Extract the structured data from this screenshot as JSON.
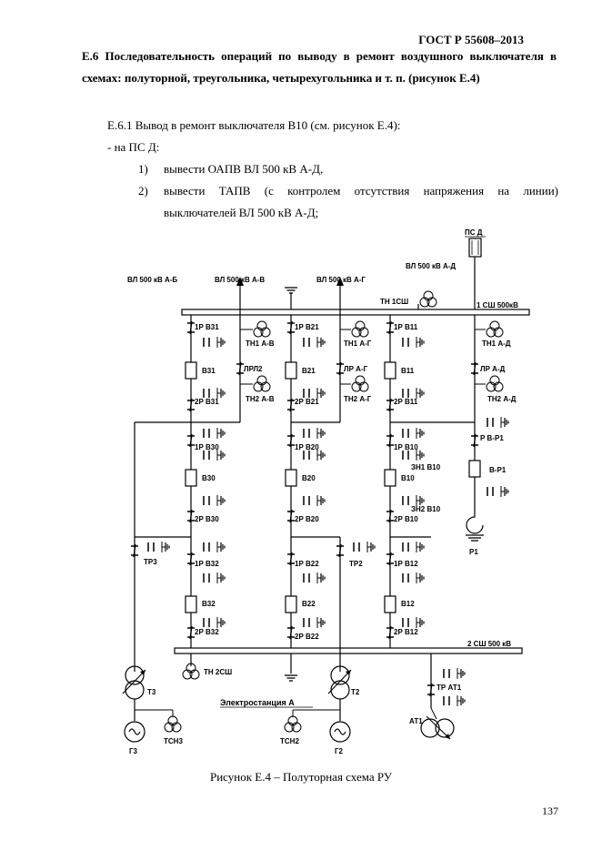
{
  "header": {
    "standard": "ГОСТ Р 55608–2013"
  },
  "section": {
    "title": "Е.6 Последовательность операций по выводу в ремонт воздушного выключателя в схемах: полуторной, треугольника, четырехугольника и т. п. (рисунок Е.4)"
  },
  "paragraphs": {
    "p1": "Е.6.1 Вывод в ремонт выключателя В10 (см. рисунок Е.4):",
    "p2": "- на ПС Д:",
    "item1_num": "1)",
    "item1": "вывести ОАПВ ВЛ 500 кВ А-Д,",
    "item2_num": "2)",
    "item2_a": "вывести ТАПВ (с контролем отсутствия напряжения на линии)",
    "item2_b": "выключателей ВЛ 500 кВ А-Д;"
  },
  "scheme": {
    "ps_d": "ПС Д",
    "vl_ad": "ВЛ 500 кВ А-Д",
    "vl_ab": "ВЛ 500 кВ А-Б",
    "vl_av": "ВЛ 500 кВ А-В",
    "vl_ag": "ВЛ 500 кВ А-Г",
    "tn1sh": "ТН 1СШ",
    "bus1": "1 СШ 500кВ",
    "bus2": "2 СШ 500 кВ",
    "tn2sh": "ТН 2СШ",
    "c1": {
      "r1": "1Р В31",
      "b1": "В31",
      "r2": "2Р В31",
      "r3": "1Р В30",
      "b2": "В30",
      "r4": "2Р В30",
      "r5": "1Р В32",
      "b3": "В32",
      "r6": "2Р В32"
    },
    "c2": {
      "r1": "1Р В21",
      "b1": "В21",
      "r2": "2Р В21",
      "r3": "1Р В20",
      "b2": "В20",
      "r4": "2Р В20",
      "r5": "1Р В22",
      "b3": "В22",
      "r6": "2Р В22"
    },
    "c3": {
      "r1": "1Р В11",
      "b1": "В11",
      "r2": "2Р В11",
      "r3": "1Р В10",
      "b2": "В10",
      "r4": "2Р В10",
      "r5": "1Р В12",
      "b3": "В12",
      "r6": "2Р В12"
    },
    "tn1_av": "ТН1 А-В",
    "lrl2": "ЛРЛ2",
    "tn2_av": "ТН2 А-В",
    "tn1_ag": "ТН1 А-Г",
    "lr_ag": "ЛР А-Г",
    "tn2_ag": "ТН2 А-Г",
    "tn1_ad": "ТН1 А-Д",
    "lr_ad": "ЛР А-Д",
    "tn2_ad": "ТН2 А-Д",
    "zn1_b10": "ЗН1 В10",
    "zn2_b10": "ЗН2 В10",
    "r_vr1": "Р В-Р1",
    "vr1": "В-Р1",
    "p1": "Р1",
    "tr3": "ТР3",
    "tr2": "ТР2",
    "tr_at1": "ТР АТ1",
    "t3": "Т3",
    "t2": "Т2",
    "at1": "АТ1",
    "g3": "Г3",
    "g2": "Г2",
    "tsn3": "ТСН3",
    "tsn2": "ТСН2",
    "station": "Электростанция А"
  },
  "caption": "Рисунок Е.4 – Полуторная схема РУ",
  "page_number": "137"
}
